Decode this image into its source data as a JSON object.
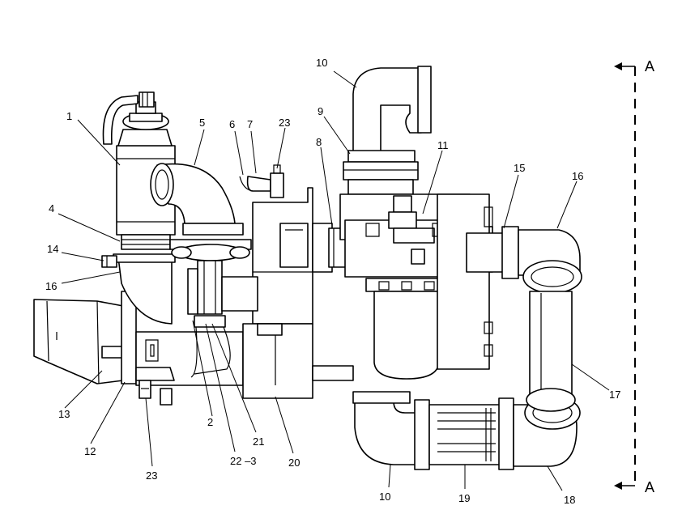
{
  "callouts": [
    {
      "id": "c1",
      "text": "1"
    },
    {
      "id": "c5",
      "text": "5"
    },
    {
      "id": "c6",
      "text": "6"
    },
    {
      "id": "c7",
      "text": "7"
    },
    {
      "id": "c23a",
      "text": "23"
    },
    {
      "id": "c10a",
      "text": "10"
    },
    {
      "id": "c9",
      "text": "9"
    },
    {
      "id": "c8",
      "text": "8"
    },
    {
      "id": "c11",
      "text": "11"
    },
    {
      "id": "c15",
      "text": "15"
    },
    {
      "id": "c16a",
      "text": "16"
    },
    {
      "id": "c4",
      "text": "4"
    },
    {
      "id": "c14",
      "text": "14"
    },
    {
      "id": "c16b",
      "text": "16"
    },
    {
      "id": "c13",
      "text": "13"
    },
    {
      "id": "c12",
      "text": "12"
    },
    {
      "id": "c23b",
      "text": "23"
    },
    {
      "id": "c2",
      "text": "2"
    },
    {
      "id": "c22",
      "text": "22 –3"
    },
    {
      "id": "c21",
      "text": "21"
    },
    {
      "id": "c20",
      "text": "20"
    },
    {
      "id": "c10b",
      "text": "10"
    },
    {
      "id": "c19",
      "text": "19"
    },
    {
      "id": "c18",
      "text": "18"
    },
    {
      "id": "c17",
      "text": "17"
    }
  ],
  "section": {
    "top": "A",
    "bottom": "A"
  }
}
